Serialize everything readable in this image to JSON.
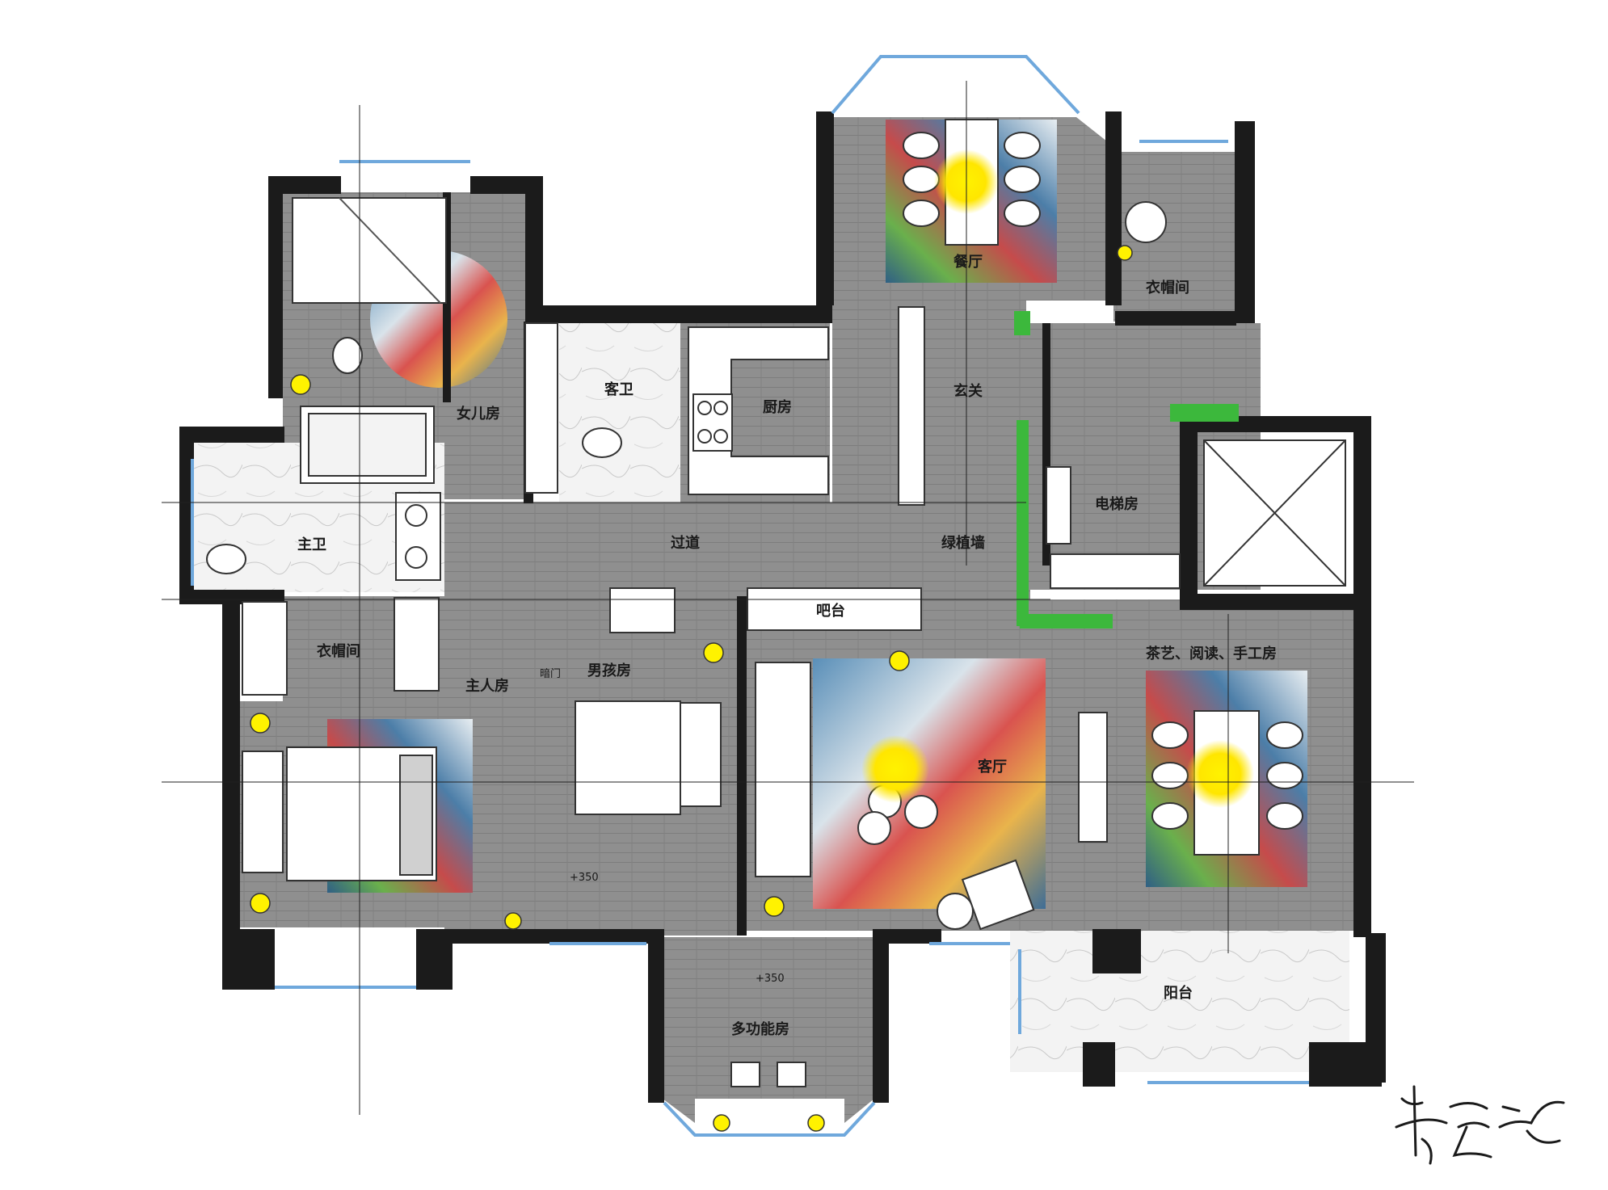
{
  "rooms": {
    "dining": "餐厅",
    "cloakroom_top": "衣帽间",
    "guest_bath": "客卫",
    "kitchen": "厨房",
    "foyer": "玄关",
    "daughter_room": "女儿房",
    "master_bath": "主卫",
    "elevator_room": "电梯房",
    "corridor": "过道",
    "green_wall": "绿植墙",
    "bar": "吧台",
    "cloakroom_left": "衣帽间",
    "boy_room": "男孩房",
    "master_room": "主人房",
    "hidden_door": "暗门",
    "living_room": "客厅",
    "tea_room": "茶艺、阅读、手工房",
    "balcony": "阳台",
    "multi_room": "多功能房"
  },
  "elevations": {
    "boy_room": "+350",
    "multi_room": "+350"
  },
  "colors": {
    "wall": "#1b1b1b",
    "floor": "#8e8e8e",
    "marble": "#f2f2f2",
    "window": "#6fa8dc",
    "greenery": "#3cb83c",
    "light": "#fff200"
  },
  "icons": [
    "ceiling-light-icon",
    "bed-icon",
    "toilet-icon",
    "bathtub-icon",
    "sink-icon",
    "stove-icon",
    "dining-table-icon",
    "armchair-icon",
    "plant-icon",
    "elevator-shaft-icon",
    "wardrobe-icon"
  ]
}
